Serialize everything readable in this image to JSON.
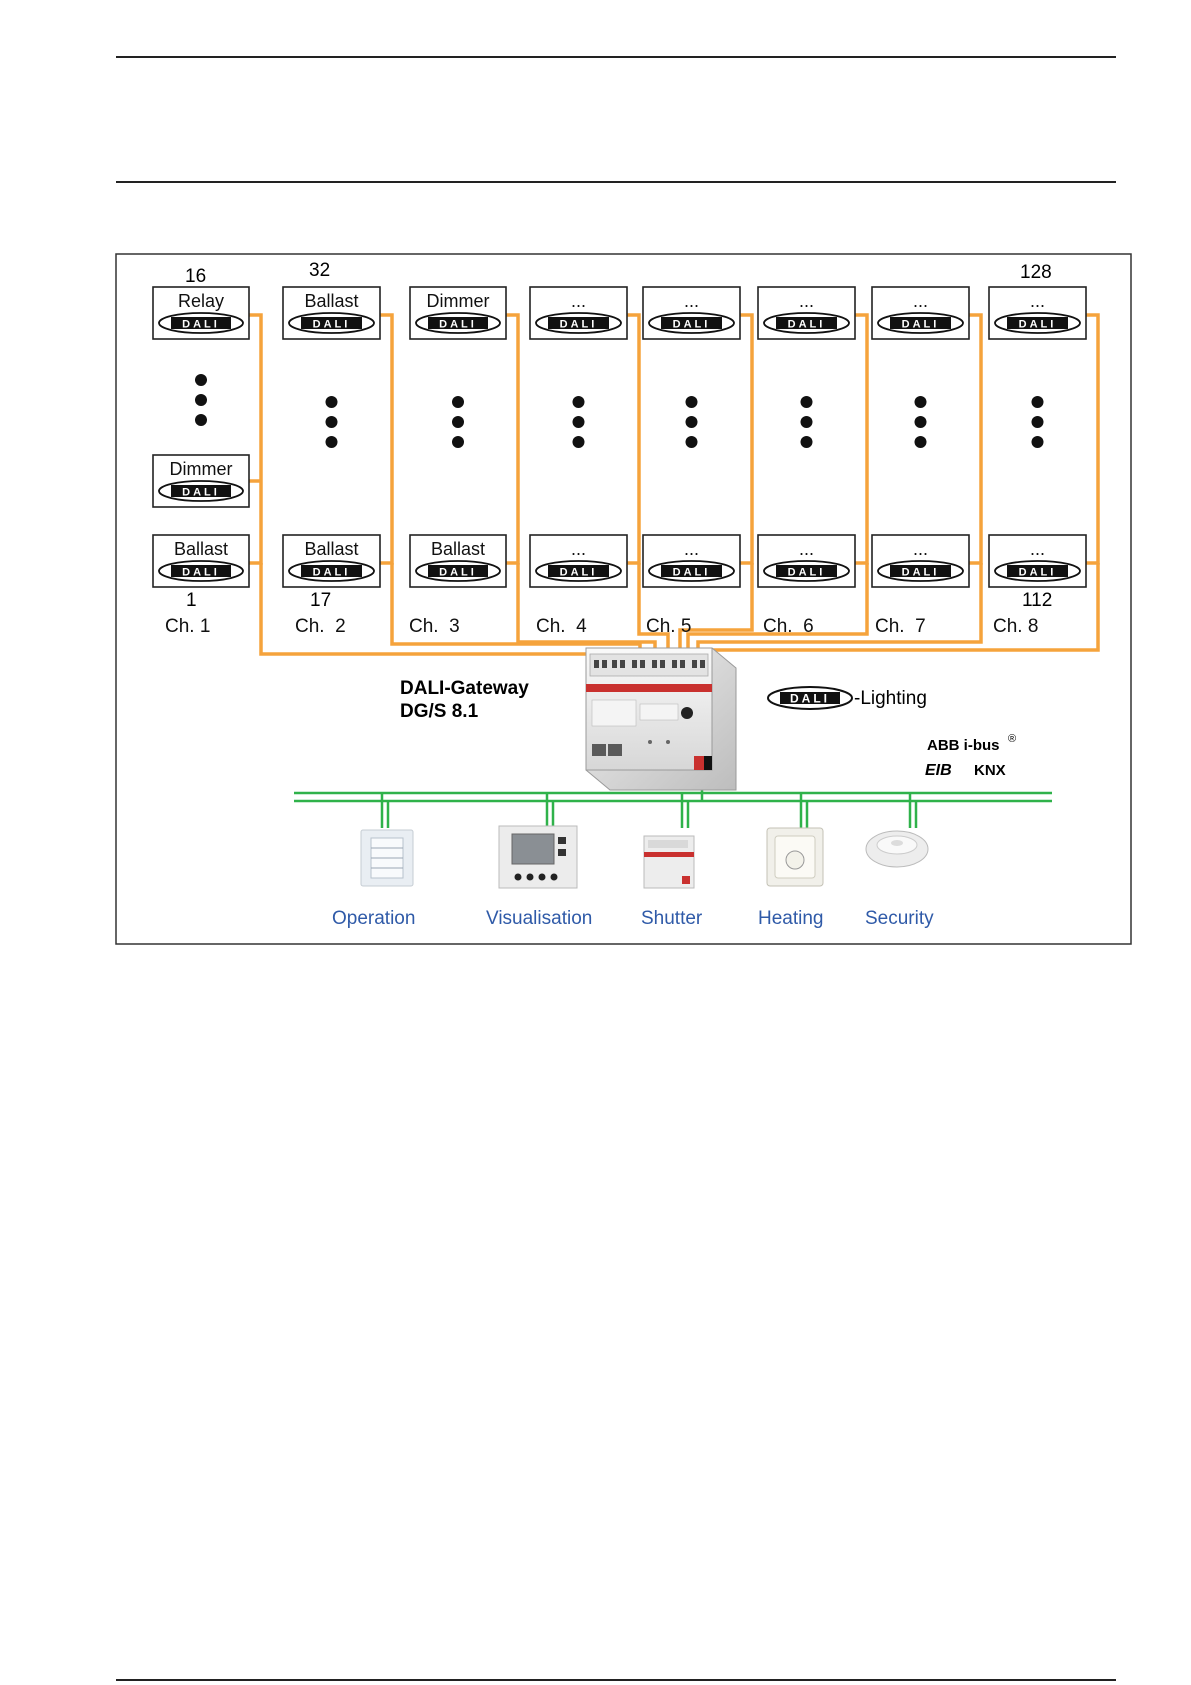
{
  "channels": [
    {
      "label": "Ch. 1",
      "top_number": "16",
      "bottom_number": "1",
      "devices": {
        "top": "Relay",
        "middle": "Dimmer",
        "bottom": "Ballast"
      }
    },
    {
      "label": "Ch.  2",
      "top_number": "32",
      "bottom_number": "17",
      "devices": {
        "top": "Ballast",
        "bottom": "Ballast"
      }
    },
    {
      "label": "Ch.  3",
      "top_number": "",
      "bottom_number": "",
      "devices": {
        "top": "Dimmer",
        "bottom": "Ballast"
      }
    },
    {
      "label": "Ch.  4",
      "top_number": "",
      "bottom_number": "",
      "devices": {
        "top": "...",
        "bottom": "..."
      }
    },
    {
      "label": "Ch. 5",
      "top_number": "",
      "bottom_number": "",
      "devices": {
        "top": "...",
        "bottom": "..."
      }
    },
    {
      "label": "Ch.  6",
      "top_number": "",
      "bottom_number": "",
      "devices": {
        "top": "...",
        "bottom": "..."
      }
    },
    {
      "label": "Ch.  7",
      "top_number": "",
      "bottom_number": "",
      "devices": {
        "top": "...",
        "bottom": "..."
      }
    },
    {
      "label": "Ch. 8",
      "top_number": "128",
      "bottom_number": "112",
      "devices": {
        "top": "...",
        "bottom": "..."
      }
    }
  ],
  "dali_logo_text": "DALI",
  "gateway": {
    "name_line1": "DALI-Gateway",
    "name_line2": "DG/S 8.1"
  },
  "legend": {
    "lighting_suffix": "-Lighting"
  },
  "brand": {
    "abb": "ABB i-bus",
    "reg": "®",
    "eib": "EIB",
    "knx": "KNX"
  },
  "bus_devices": [
    {
      "label": "Operation"
    },
    {
      "label": "Visualisation"
    },
    {
      "label": "Shutter"
    },
    {
      "label": "Heating"
    },
    {
      "label": "Security"
    }
  ],
  "colors": {
    "dali_line": "#f5a33c",
    "bus_line": "#2fb24a",
    "device_label": "#2f5aa8",
    "frame": "#333333"
  }
}
